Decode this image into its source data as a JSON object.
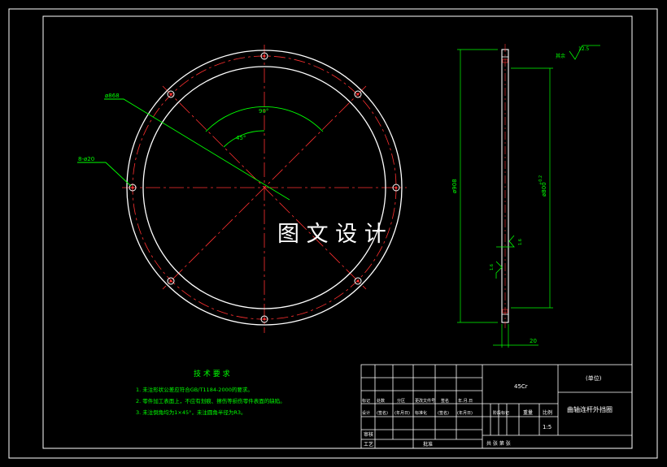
{
  "watermark": "图 文 设 计",
  "front_view": {
    "dim_pcd": "ø868",
    "dim_holes": "8-ø20",
    "angle_90": "90°",
    "angle_45": "45°"
  },
  "side_view": {
    "dim_outer": "ø908",
    "dim_inner": "ø800",
    "dim_inner_tol": "+0.2",
    "dim_width": "20",
    "roughness_top": "12.5",
    "roughness_top_note": "其余",
    "roughness_a": "1.6",
    "roughness_b": "1.6"
  },
  "tech_requirements": {
    "title": "技 术 要 求",
    "items": [
      "1. 未注形状公差应符合GB/T1184-2000的要求。",
      "2. 零件加工表面上，不应有划痕、擦伤等损伤零件表面的缺陷。",
      "3. 未注倒角均为1×45°，未注圆角半径为R3。"
    ]
  },
  "title_block": {
    "material": "45Cr",
    "unit": "(单位)",
    "part_name": "曲轴连杆外挡圈",
    "row_labels_a": [
      "标记",
      "处数",
      "分区",
      "更改文件号",
      "签名",
      "年.月.日"
    ],
    "row_labels_b": [
      "设计",
      "(签名)",
      "(年月日)",
      "标准化",
      "(签名)",
      "(年月日)"
    ],
    "stage_label": "阶段标记",
    "weight_label": "重量",
    "scale_label": "比例",
    "scale_value": "1:5",
    "check_label": "审核",
    "process_label": "工艺",
    "approve_label": "批准",
    "sheet_label": "共 张 第 张"
  }
}
